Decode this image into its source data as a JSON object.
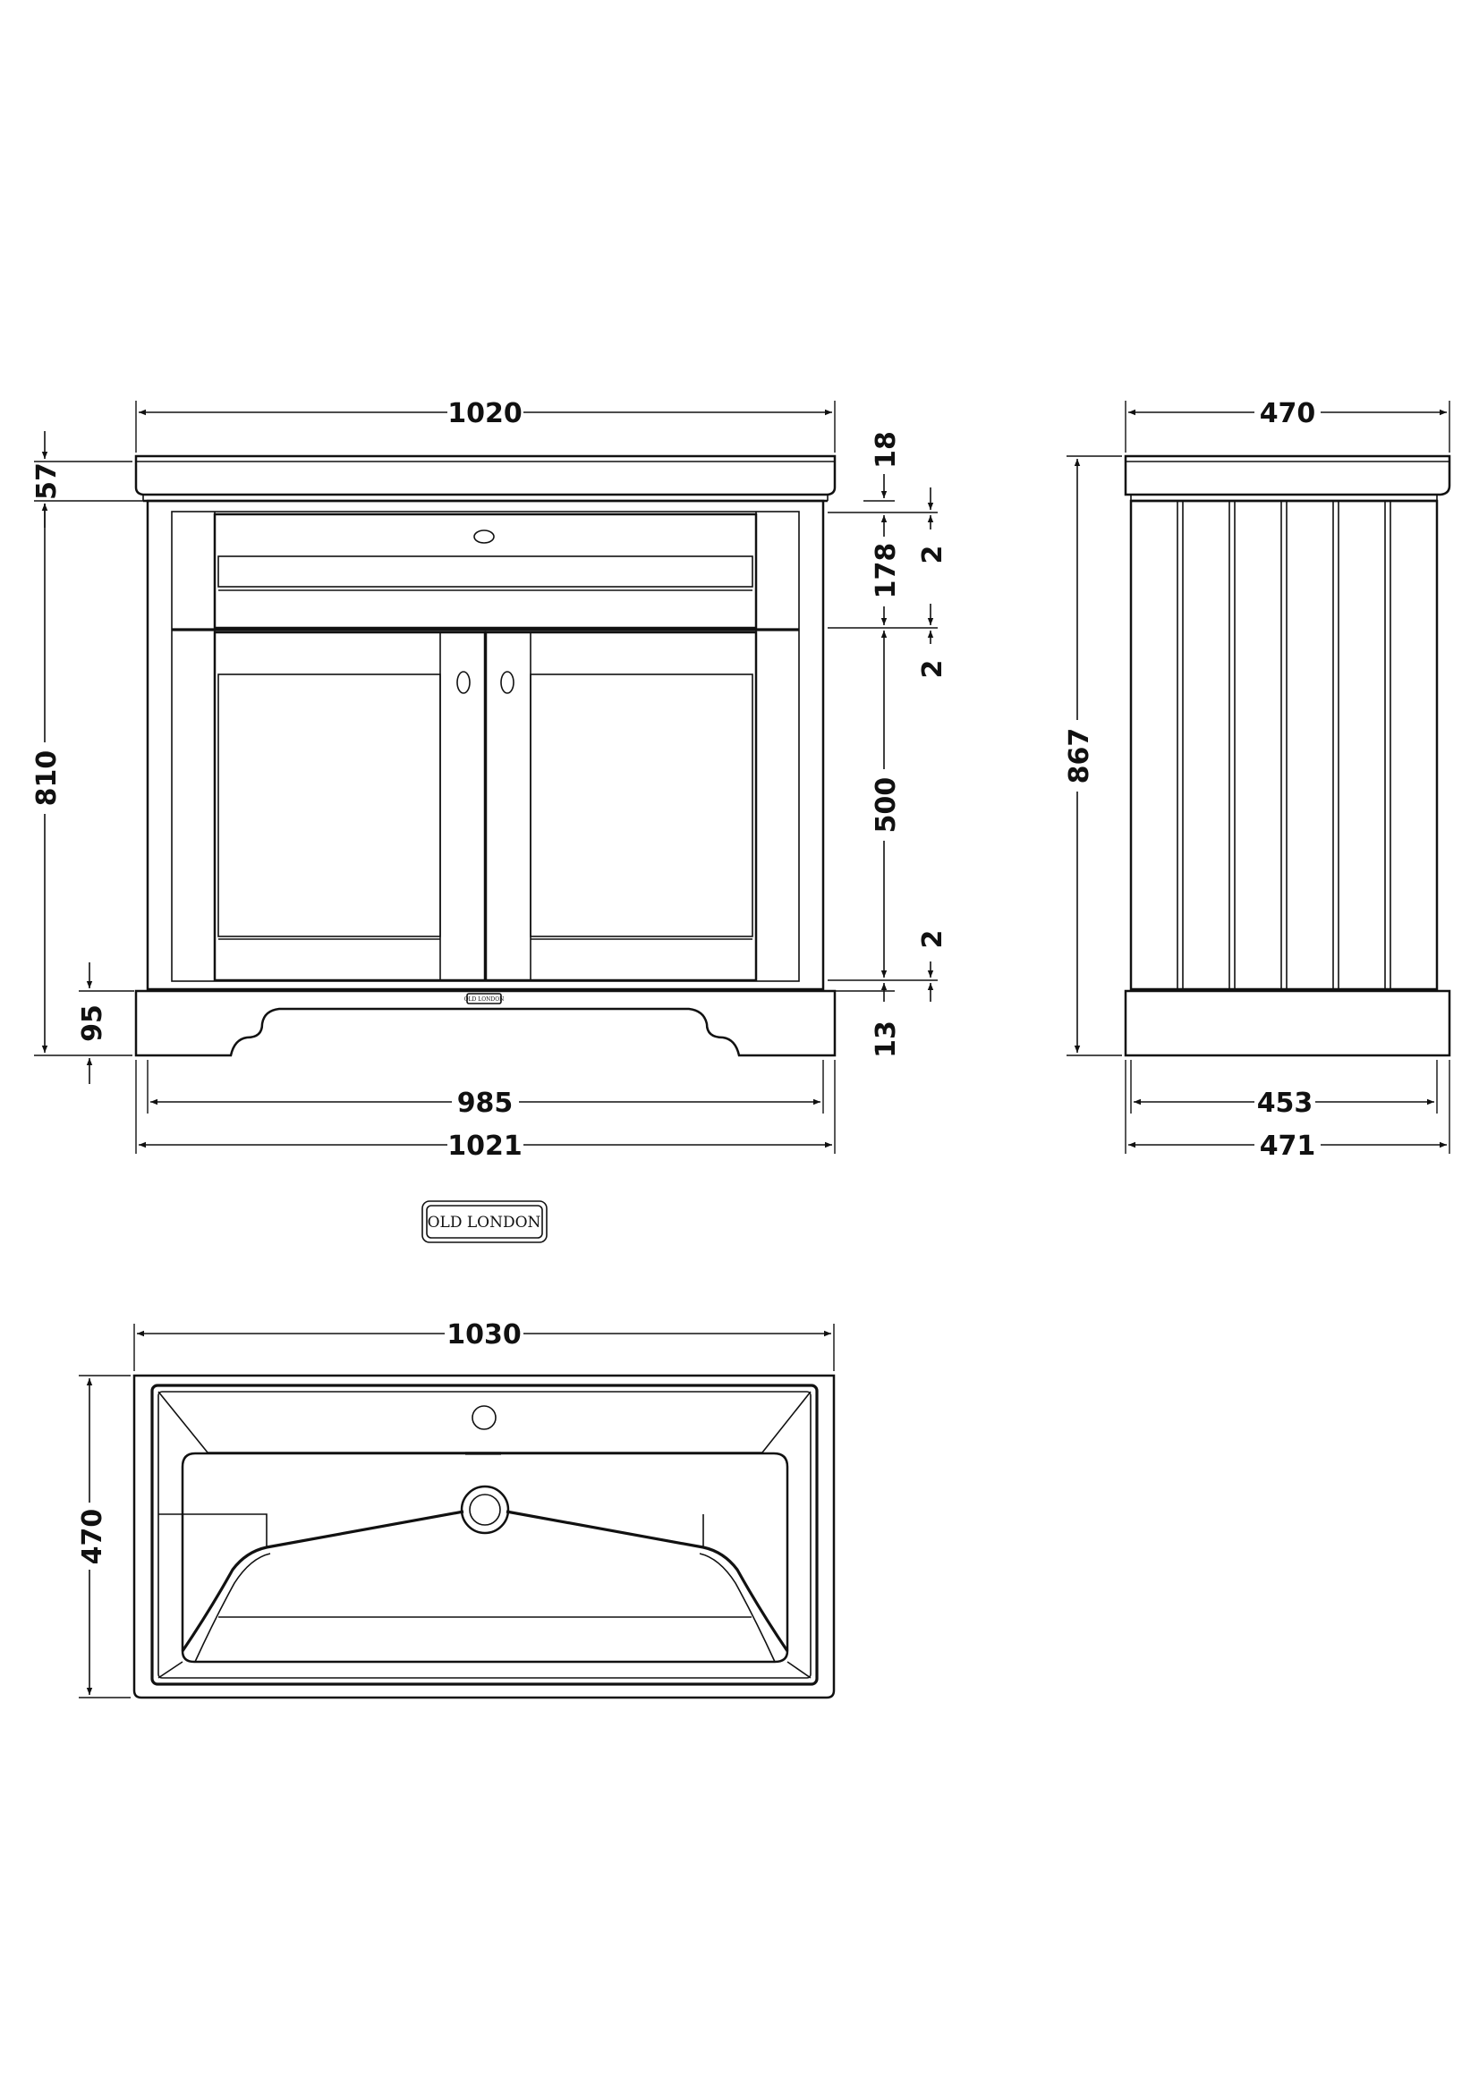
{
  "front_view": {
    "width_top": "1020",
    "width_base_inner": "985",
    "width_base": "1021",
    "height_top": "57",
    "height_body": "810",
    "height_plinth": "95",
    "top_lip": "18",
    "gap_a": "2",
    "drawer_height": "178",
    "gap_b": "2",
    "door_height": "500",
    "gap_c": "2",
    "plinth_offset": "13",
    "badge_text": "OLD LONDON"
  },
  "side_view": {
    "width_top": "470",
    "height_total": "867",
    "width_inner": "453",
    "width_base": "471"
  },
  "logo": {
    "text": "OLD LONDON"
  },
  "basin_plan": {
    "width": "1030",
    "depth": "470"
  }
}
